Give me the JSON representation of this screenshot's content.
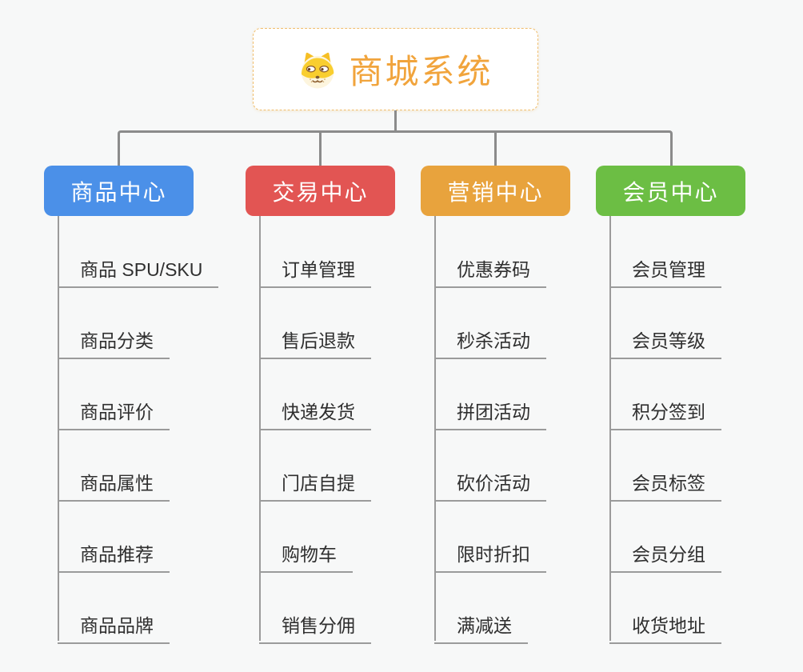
{
  "page": {
    "background": "#f7f8f8",
    "connector_color": "#8b8b8b",
    "leaf_line_color": "#9b9b9b"
  },
  "root": {
    "title": "商城系统",
    "title_color": "#f1a43c",
    "border_color": "#f0be6e",
    "icon": "doge-face-icon"
  },
  "branches": [
    {
      "label": "商品中心",
      "color": "#4b90e8",
      "items": [
        "商品 SPU/SKU",
        "商品分类",
        "商品评价",
        "商品属性",
        "商品推荐",
        "商品品牌"
      ]
    },
    {
      "label": "交易中心",
      "color": "#e25553",
      "items": [
        "订单管理",
        "售后退款",
        "快递发货",
        "门店自提",
        "购物车",
        "销售分佣"
      ]
    },
    {
      "label": "营销中心",
      "color": "#e8a33d",
      "items": [
        "优惠券码",
        "秒杀活动",
        "拼团活动",
        "砍价活动",
        "限时折扣",
        "满减送"
      ]
    },
    {
      "label": "会员中心",
      "color": "#6cbe44",
      "items": [
        "会员管理",
        "会员等级",
        "积分签到",
        "会员标签",
        "会员分组",
        "收货地址"
      ]
    }
  ]
}
